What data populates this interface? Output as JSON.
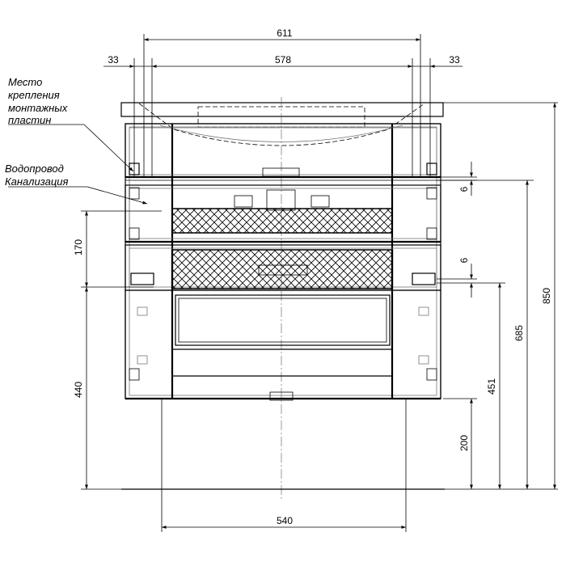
{
  "dimensions": {
    "top_total": "611",
    "top_inner": "578",
    "top_left_offset": "33",
    "top_right_offset": "33",
    "bottom_width": "540",
    "left_170": "170",
    "left_440": "440",
    "right_6_upper": "6",
    "right_6_lower": "6",
    "right_200": "200",
    "right_451": "451",
    "right_685": "685",
    "right_850": "850"
  },
  "labels": {
    "mount_line1": "Место",
    "mount_line2": "крепления",
    "mount_line3": "монтажных",
    "mount_line4": "пластин",
    "water_line1": "Водопровод",
    "water_line2": "Канализация"
  }
}
